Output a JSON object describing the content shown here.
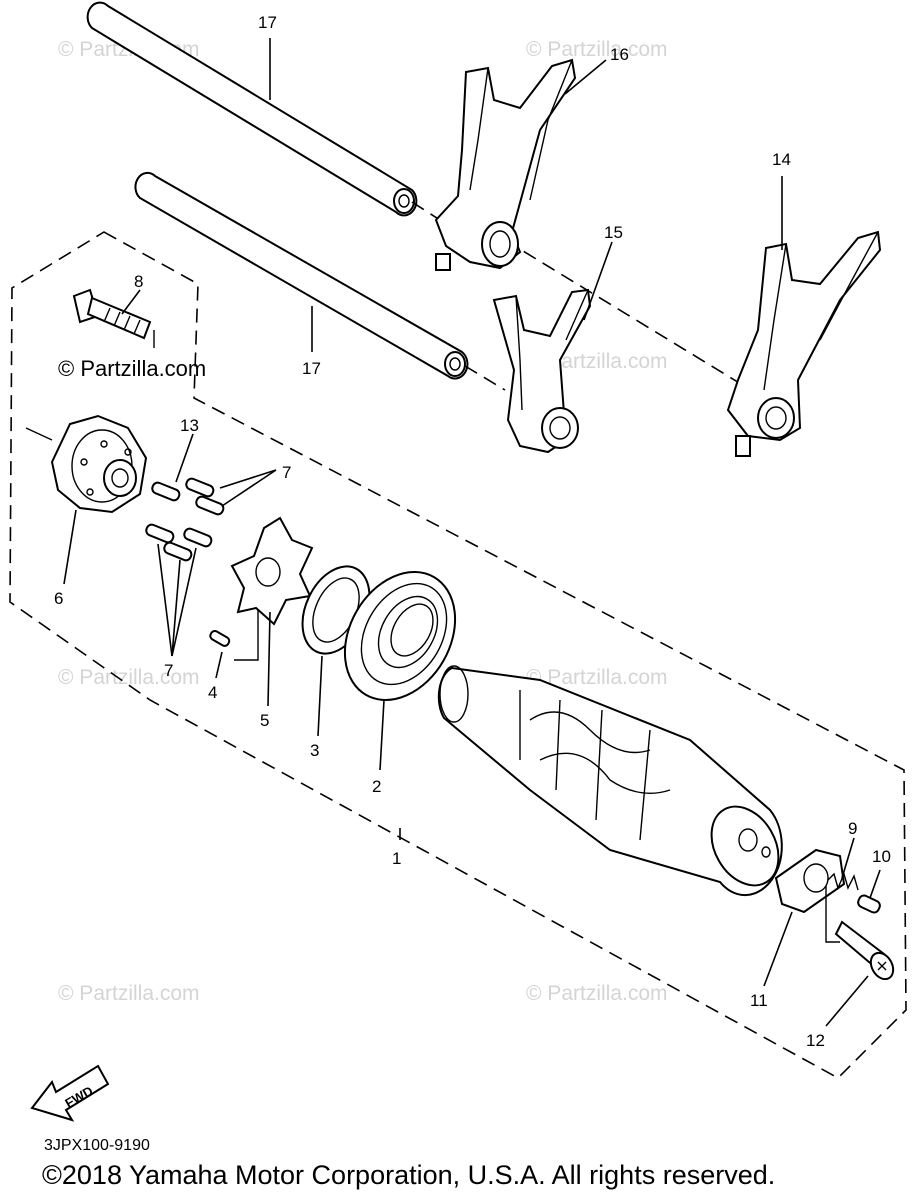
{
  "watermark_text": "© Partzilla.com",
  "prominent_watermark": "© Partzilla.com",
  "diagram_code": "3JPX100-9190",
  "fwd_label": "FWD",
  "copyright": "©2018 Yamaha Motor Corporation, U.S.A. All rights reserved.",
  "callouts": {
    "c1": "1",
    "c2": "2",
    "c3": "3",
    "c4": "4",
    "c5": "5",
    "c6": "6",
    "c7a": "7",
    "c7b": "7",
    "c8": "8",
    "c9": "9",
    "c10": "10",
    "c11": "11",
    "c12": "12",
    "c13": "13",
    "c14": "14",
    "c15": "15",
    "c16": "16",
    "c17a": "17",
    "c17b": "17"
  }
}
